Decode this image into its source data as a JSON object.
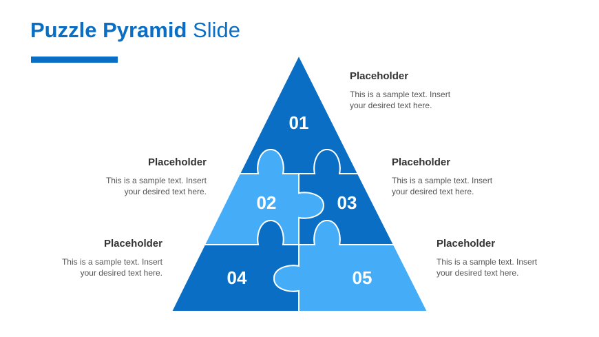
{
  "title": {
    "bold": "Puzzle Pyramid",
    "light": "Slide"
  },
  "colors": {
    "accent": "#0a6fc4",
    "light_blue": "#45adf7",
    "dark_blue": "#0a6fc4"
  },
  "pieces": [
    {
      "number": "01"
    },
    {
      "number": "02"
    },
    {
      "number": "03"
    },
    {
      "number": "04"
    },
    {
      "number": "05"
    }
  ],
  "callouts": [
    {
      "heading": "Placeholder",
      "line1": "This is a sample text. Insert",
      "line2": "your desired text here."
    },
    {
      "heading": "Placeholder",
      "line1": "This is a sample text. Insert",
      "line2": "your desired text here."
    },
    {
      "heading": "Placeholder",
      "line1": "This is a sample text. Insert",
      "line2": "your desired text here."
    },
    {
      "heading": "Placeholder",
      "line1": "This is a sample text. Insert",
      "line2": "your desired text here."
    },
    {
      "heading": "Placeholder",
      "line1": "This is a sample text. Insert",
      "line2": "your desired text here."
    }
  ]
}
